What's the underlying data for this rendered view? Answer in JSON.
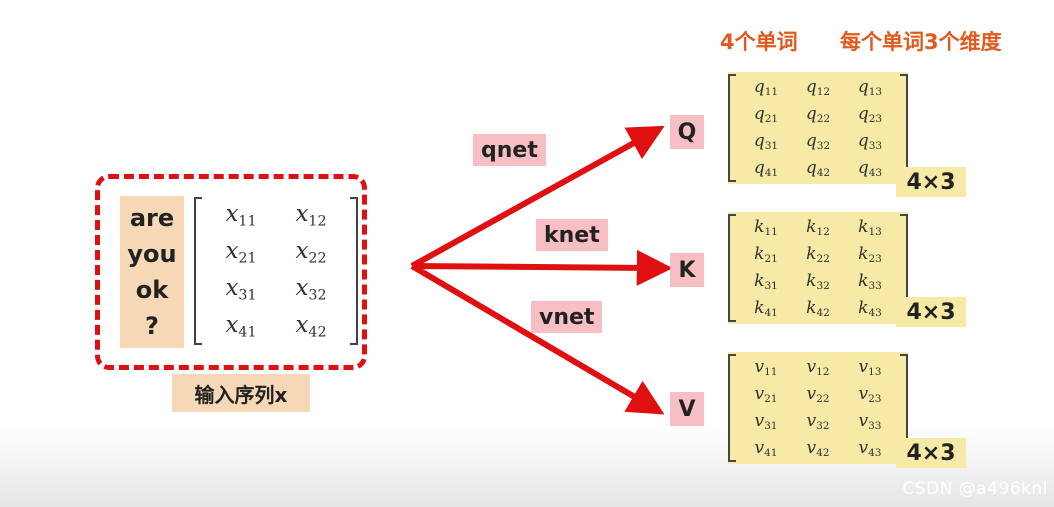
{
  "header": {
    "words_count": "4个单词",
    "dims_per_word": "每个单词3个维度"
  },
  "input": {
    "words": [
      "are",
      "you",
      "ok",
      "?"
    ],
    "matrix": [
      [
        {
          "v": "x",
          "s": "11"
        },
        {
          "v": "x",
          "s": "12"
        }
      ],
      [
        {
          "v": "x",
          "s": "21"
        },
        {
          "v": "x",
          "s": "22"
        }
      ],
      [
        {
          "v": "x",
          "s": "31"
        },
        {
          "v": "x",
          "s": "32"
        }
      ],
      [
        {
          "v": "x",
          "s": "41"
        },
        {
          "v": "x",
          "s": "42"
        }
      ]
    ],
    "caption": "输入序列x"
  },
  "nets": {
    "q": "qnet",
    "k": "knet",
    "v": "vnet"
  },
  "outputs": {
    "q": {
      "label": "Q",
      "dim": "4×3",
      "var": "q"
    },
    "k": {
      "label": "K",
      "dim": "4×3",
      "var": "k"
    },
    "v": {
      "label": "V",
      "dim": "4×3",
      "var": "v"
    }
  },
  "colors": {
    "arrow": "#e01010",
    "header": "#e05a1e",
    "matrix_bg": "#f7e9a6",
    "label_bg": "#f7bfc4",
    "word_bg": "#f7d8b6"
  },
  "watermark": "CSDN @a496knl"
}
